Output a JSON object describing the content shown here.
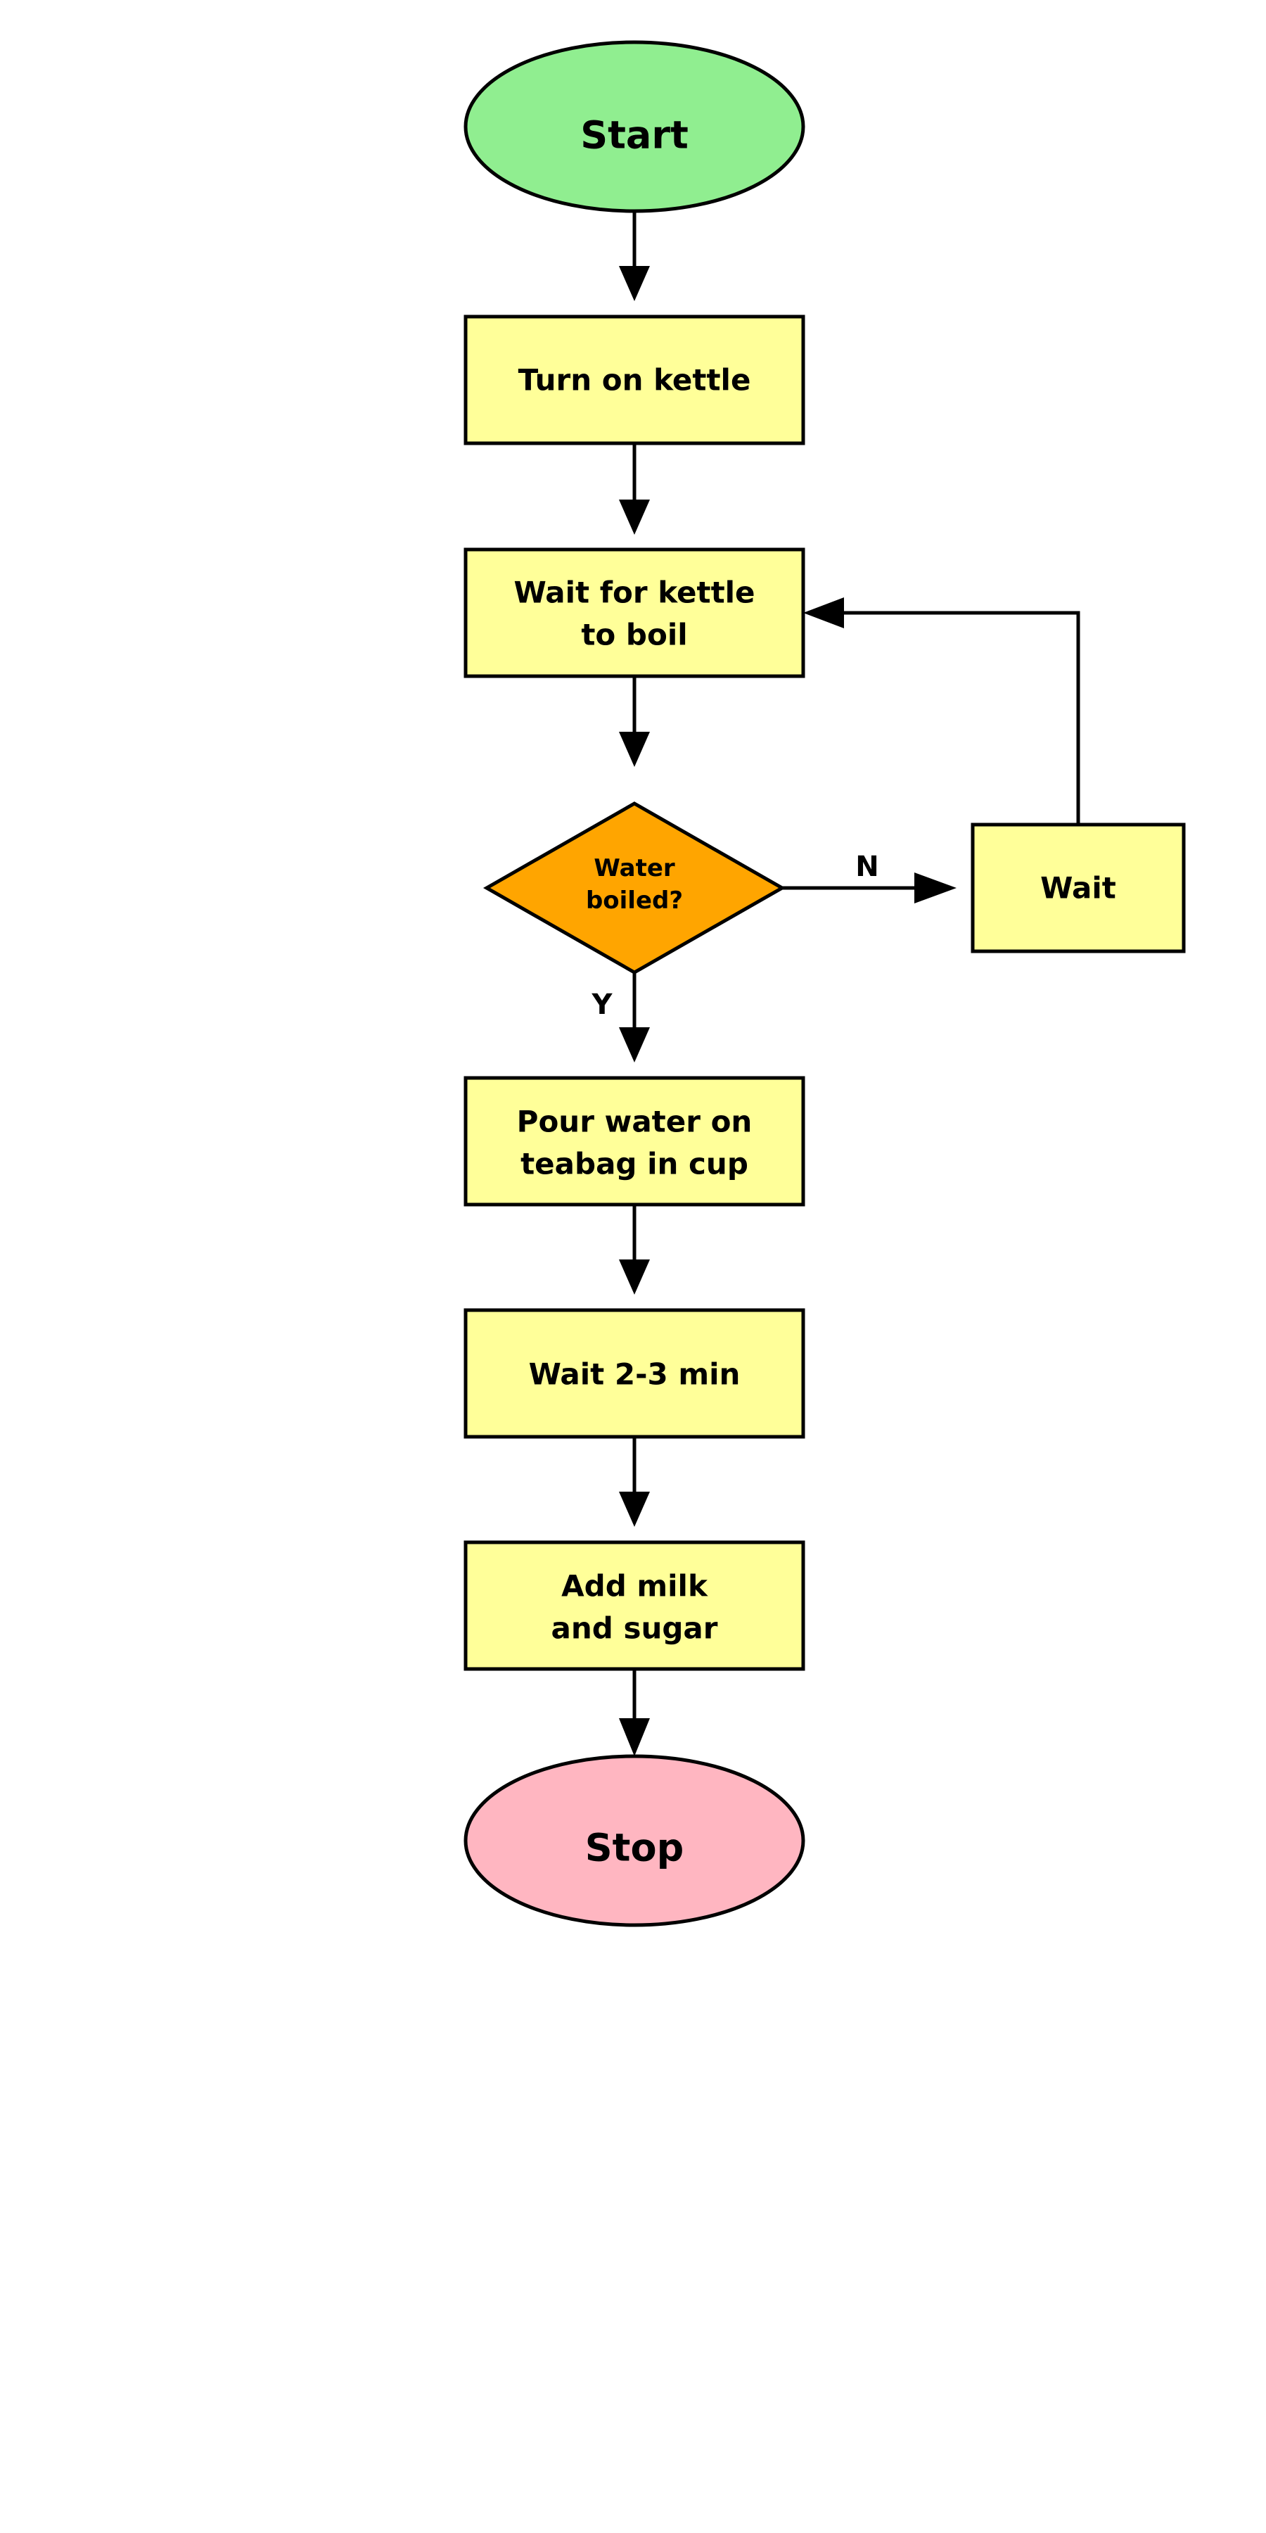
{
  "flowchart": {
    "nodes": {
      "start": {
        "label": "Start",
        "fill": "#90EE90"
      },
      "turn_on": {
        "label": "Turn on kettle",
        "fill": "#FFFF99"
      },
      "wait_boil": {
        "lines": [
          "Wait for kettle",
          "to boil"
        ],
        "fill": "#FFFF99"
      },
      "decision": {
        "lines": [
          "Water",
          "boiled?"
        ],
        "fill": "#FFA500"
      },
      "wait": {
        "label": "Wait",
        "fill": "#FFFF99"
      },
      "pour": {
        "lines": [
          "Pour water on",
          "teabag in cup"
        ],
        "fill": "#FFFF99"
      },
      "wait_min": {
        "label": "Wait 2-3 min",
        "fill": "#FFFF99"
      },
      "add_milk": {
        "lines": [
          "Add milk",
          "and sugar"
        ],
        "fill": "#FFFF99"
      },
      "stop": {
        "label": "Stop",
        "fill": "#FFB6C1"
      }
    },
    "edge_labels": {
      "no": "N",
      "yes": "Y"
    }
  }
}
